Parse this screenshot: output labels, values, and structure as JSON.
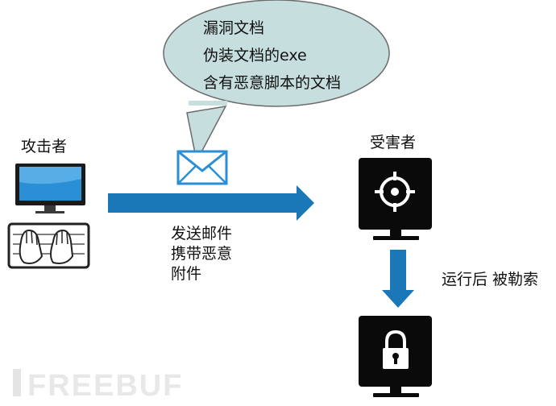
{
  "speech_bubble": {
    "lines": [
      "漏洞文档",
      "伪装文档的exe",
      "含有恶意脚本的文档"
    ],
    "fill_color": "#c6dede",
    "stroke_color": "#6b6b6b"
  },
  "attacker": {
    "label": "攻击者",
    "icons": [
      "desktop-monitor-icon",
      "keyboard-with-hands-icon"
    ]
  },
  "send_action": {
    "lines": [
      "发送邮件",
      "携带恶意",
      "附件"
    ],
    "icon": "envelope-icon"
  },
  "victim": {
    "label": "受害者",
    "icon": "crosshair-monitor-icon"
  },
  "result": {
    "label": "运行后 被勒索",
    "icon": "padlock-monitor-icon"
  },
  "watermark": {
    "text": "FREEBUF",
    "color": "#cfcfcf"
  },
  "colors": {
    "arrow": "#1a78b8",
    "monitor_dark": "#0a0a0a",
    "screen_blue": "#2b8fd6"
  }
}
